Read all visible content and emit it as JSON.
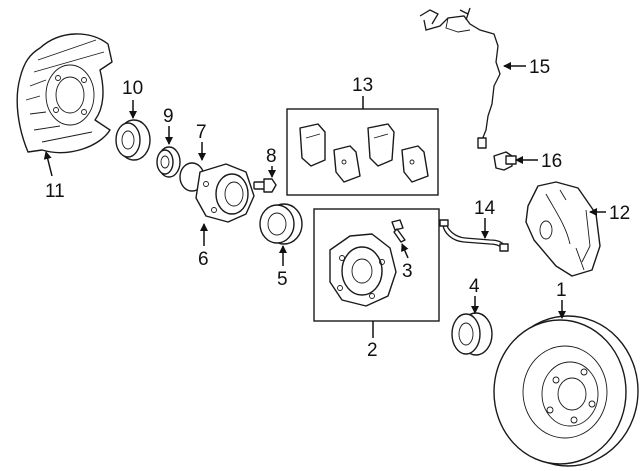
{
  "callouts": {
    "p1": "1",
    "p2": "2",
    "p3": "3",
    "p4": "4",
    "p5": "5",
    "p6": "6",
    "p7": "7",
    "p8": "8",
    "p9": "9",
    "p10": "10",
    "p11": "11",
    "p12": "12",
    "p13": "13",
    "p14": "14",
    "p15": "15",
    "p16": "16"
  }
}
